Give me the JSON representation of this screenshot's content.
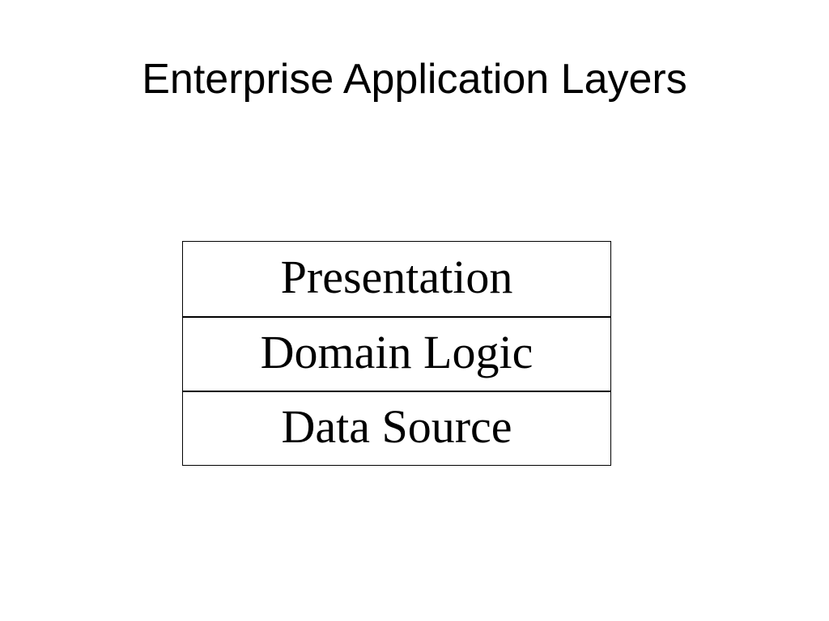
{
  "title": "Enterprise Application Layers",
  "layers": [
    {
      "label": "Presentation"
    },
    {
      "label": "Domain Logic"
    },
    {
      "label": "Data Source"
    }
  ]
}
